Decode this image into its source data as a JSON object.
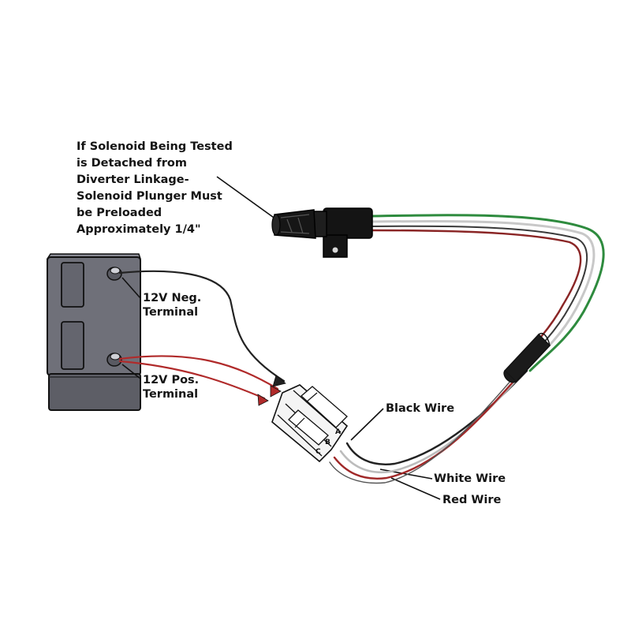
{
  "note": {
    "lines": [
      "If Solenoid Being Tested",
      "is Detached from",
      "Diverter Linkage-",
      "Solenoid Plunger Must",
      "be Preloaded",
      "Approximately 1/4\""
    ]
  },
  "labels": {
    "neg_terminal": [
      "12V Neg.",
      "Terminal"
    ],
    "pos_terminal": [
      "12V Pos.",
      "Terminal"
    ],
    "black_wire": "Black Wire",
    "white_wire": "White Wire",
    "red_wire": "Red Wire"
  },
  "connector_pins": [
    "C",
    "B",
    "A"
  ],
  "colors": {
    "battery_face": "#6f7079",
    "battery_top": "#8a8b94",
    "battery_base": "#5d5e66",
    "black_wire": "#222222",
    "red_wire": "#b02a2a",
    "white_wire": "#c8c8c8",
    "green_wire": "#2e8b3e",
    "line_art": "#111111"
  }
}
